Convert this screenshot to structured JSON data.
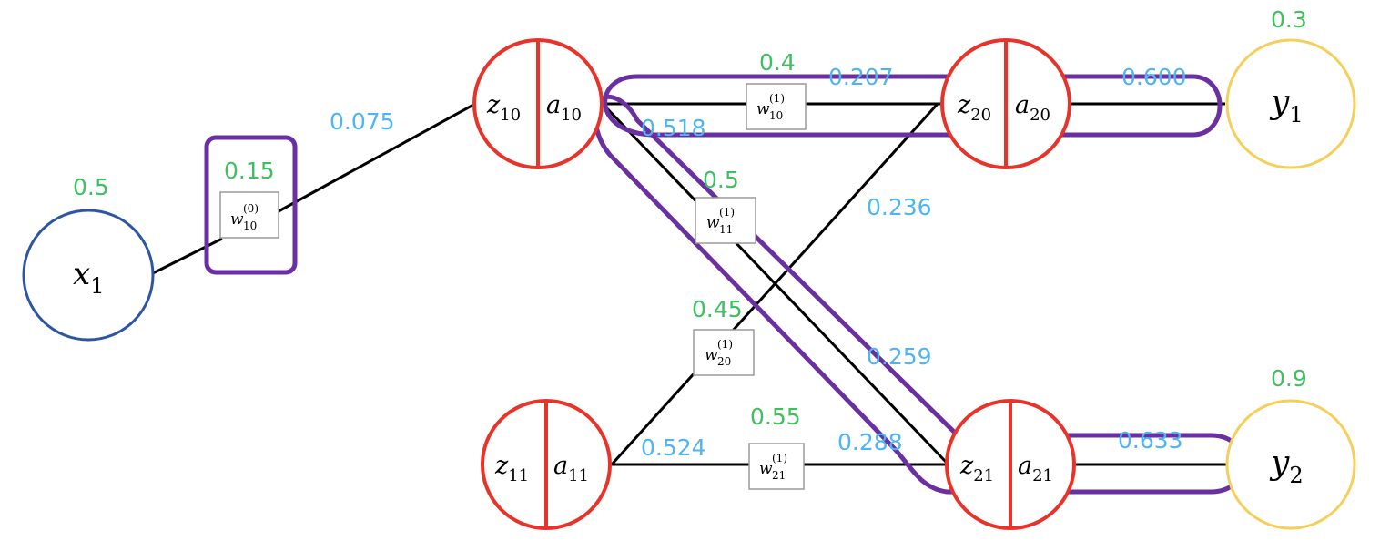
{
  "colors": {
    "input_node": "#2d55a0",
    "hidden_node": "#e8332a",
    "output_node": "#f5cf5a",
    "value_green": "#3fbf5f",
    "value_blue": "#4fb4f2",
    "highlight": "#6a2fa0"
  },
  "nodes": {
    "x1": {
      "var": "x",
      "sub": "1",
      "value": "0.5"
    },
    "h10": {
      "z": "z",
      "z_sub": "10",
      "a": "a",
      "a_sub": "10"
    },
    "h11": {
      "z": "z",
      "z_sub": "11",
      "a": "a",
      "a_sub": "11"
    },
    "h20": {
      "z": "z",
      "z_sub": "20",
      "a": "a",
      "a_sub": "20"
    },
    "h21": {
      "z": "z",
      "z_sub": "21",
      "a": "a",
      "a_sub": "21"
    },
    "y1": {
      "var": "y",
      "sub": "1",
      "value": "0.3"
    },
    "y2": {
      "var": "y",
      "sub": "2",
      "value": "0.9"
    }
  },
  "weights": {
    "w0_10": {
      "base": "w",
      "sup": "(0)",
      "sub": "10",
      "value": "0.15"
    },
    "w1_10": {
      "base": "w",
      "sup": "(1)",
      "sub": "10",
      "value": "0.4"
    },
    "w1_11": {
      "base": "w",
      "sup": "(1)",
      "sub": "11",
      "value": "0.5"
    },
    "w1_20": {
      "base": "w",
      "sup": "(1)",
      "sub": "20",
      "value": "0.45"
    },
    "w1_21": {
      "base": "w",
      "sup": "(1)",
      "sub": "21",
      "value": "0.55"
    }
  },
  "edge_values": {
    "x1_h10": "0.075",
    "h10_h20": "0.207",
    "h10_h21": "0.518",
    "h11_h20": "0.236",
    "h10_h21_b": "0.259",
    "h11_h21": "0.524",
    "h21_in": "0.288",
    "h20_y1": "0.600",
    "h21_y2": "0.633"
  }
}
